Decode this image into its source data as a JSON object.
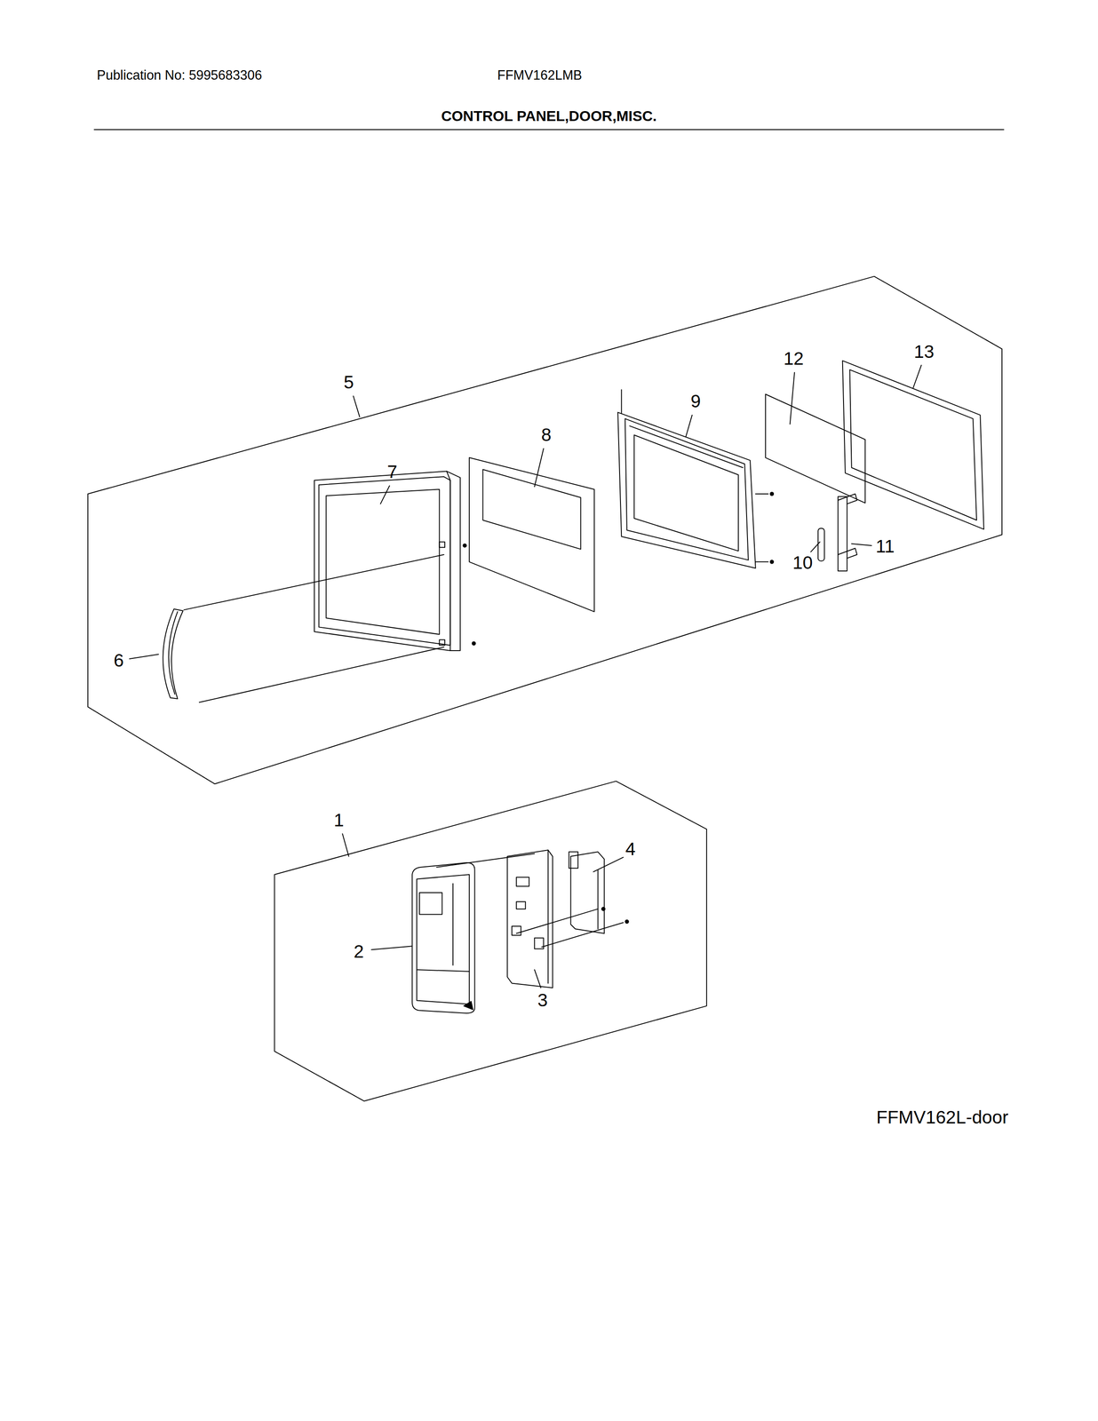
{
  "diagram": {
    "title": "CONTROL PANEL,DOOR,MISC.",
    "caption": "FFMV162L-door",
    "labels": [
      "Publication No: 5995683306",
      "FFMV162LMB",
      "5",
      "12",
      "13",
      "9",
      "8",
      "7",
      "10",
      "11",
      "6",
      "1",
      "4",
      "2",
      "3"
    ]
  }
}
